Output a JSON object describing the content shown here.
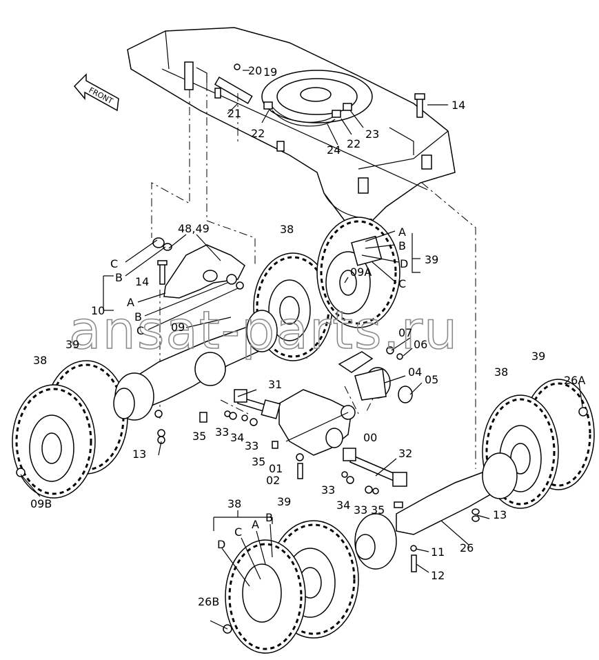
{
  "front_label": "FRONT",
  "watermark": "ansat-parts.ru",
  "labels": {
    "l14_top": "14",
    "l20": "20",
    "l19": "19",
    "l21": "21",
    "l22a": "22",
    "l24": "24",
    "l22b": "22",
    "l23": "23",
    "l48_49": "48,49",
    "lC1": "C",
    "lB1": "B",
    "l14_left": "14",
    "l10": "10",
    "lA1": "A",
    "lB2": "B",
    "lC2": "C",
    "l09": "09",
    "l38_top": "38",
    "lA2": "A",
    "lB3": "B",
    "lD1": "D",
    "lC3": "C",
    "l39_top": "39",
    "l09A": "09A",
    "l07": "07",
    "l06": "06",
    "l04": "04",
    "l05": "05",
    "l38_left": "38",
    "l39_left": "39",
    "l35a": "35",
    "l33a": "33",
    "l34a": "34",
    "l33b": "33",
    "l31": "31",
    "l13_left": "13",
    "l09B": "09B",
    "l35b": "35",
    "l01": "01",
    "l02": "02",
    "l00": "00",
    "l32": "32",
    "l33c": "33",
    "l34b": "34",
    "l33d": "33",
    "l35c": "35",
    "l38_right": "38",
    "l39_right": "39",
    "l26A": "26A",
    "l13_right": "13",
    "l26": "26",
    "l11": "11",
    "l12": "12",
    "l38_bot": "38",
    "lB4": "B",
    "lA3": "A",
    "lC4": "C",
    "lD2": "D",
    "l39_bot": "39",
    "l26B": "26B"
  }
}
